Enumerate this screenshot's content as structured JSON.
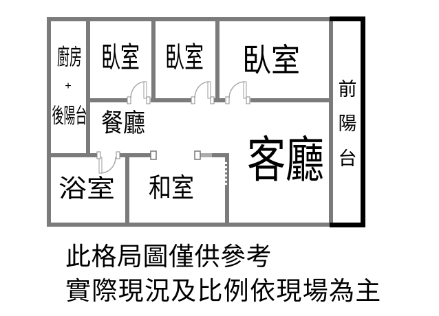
{
  "colors": {
    "background": "#ffffff",
    "wall_gray": "#7b7b7b",
    "wall_light": "#ababab",
    "wall_black": "#000000",
    "door_line": "#aaaaaa",
    "text": "#000000"
  },
  "plan": {
    "kitchen": {
      "line1": "廚房",
      "plus": "+",
      "line2": "後陽台"
    },
    "bedroom1": "臥室",
    "bedroom2": "臥室",
    "bedroom3": "臥室",
    "dining": "餐廳",
    "living": "客廳",
    "bathroom": "浴室",
    "tatami": "和室",
    "front_balcony": {
      "char1": "前",
      "char2": "陽",
      "char3": "台"
    }
  },
  "disclaimer": {
    "line1": "此格局圖僅供參考",
    "line2": "實際現況及比例依現場為主"
  }
}
